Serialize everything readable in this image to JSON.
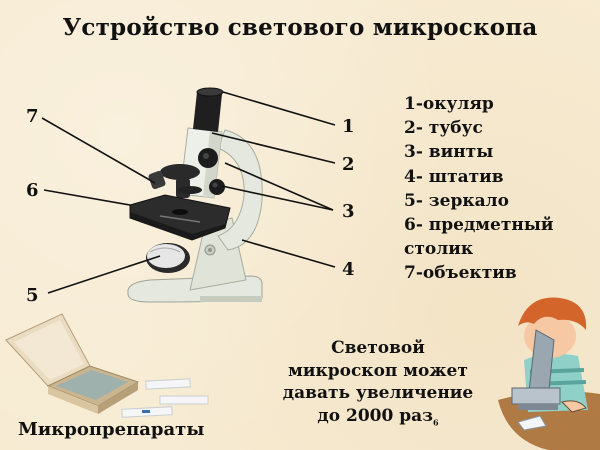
{
  "slide": {
    "title": "Устройство светового микроскопа",
    "background_color": "#f7ebd2",
    "page_number": "6"
  },
  "legend": {
    "items": [
      {
        "number": "1",
        "separator": "-",
        "label": "окуляр"
      },
      {
        "number": "2",
        "separator": "- ",
        "label": "тубус"
      },
      {
        "number": "3",
        "separator": "- ",
        "label": "винты"
      },
      {
        "number": "4",
        "separator": "- ",
        "label": "штатив"
      },
      {
        "number": "5",
        "separator": "- ",
        "label": "зеркало"
      },
      {
        "number": "6",
        "separator": "- ",
        "label": "предметный столик"
      },
      {
        "number": "7",
        "separator": "-",
        "label": "объектив"
      }
    ],
    "lines": [
      "1-окуляр",
      "2- тубус",
      "3- винты",
      "4- штатив",
      "5- зеркало",
      "6- предметный",
      "столик",
      "7-объектив"
    ]
  },
  "diagram": {
    "subject": "microscope",
    "callouts": {
      "c1": "1",
      "c2": "2",
      "c3": "3",
      "c4": "4",
      "c5": "5",
      "c6": "6",
      "c7": "7"
    },
    "colors": {
      "body": "#e4e8de",
      "body_shadow": "#b9bfb3",
      "dark": "#1c1c1c",
      "stage": "#2b2b2b",
      "mirror": "#dcdcdc"
    }
  },
  "slides_box": {
    "caption": "Микропрепараты",
    "icon": "slide-box-illustration"
  },
  "fact": {
    "lines": [
      "Световой",
      "микроскоп может",
      "давать увеличение",
      "до 2000 раз"
    ]
  },
  "illustration": {
    "icon": "boy-with-microscope-illustration"
  }
}
